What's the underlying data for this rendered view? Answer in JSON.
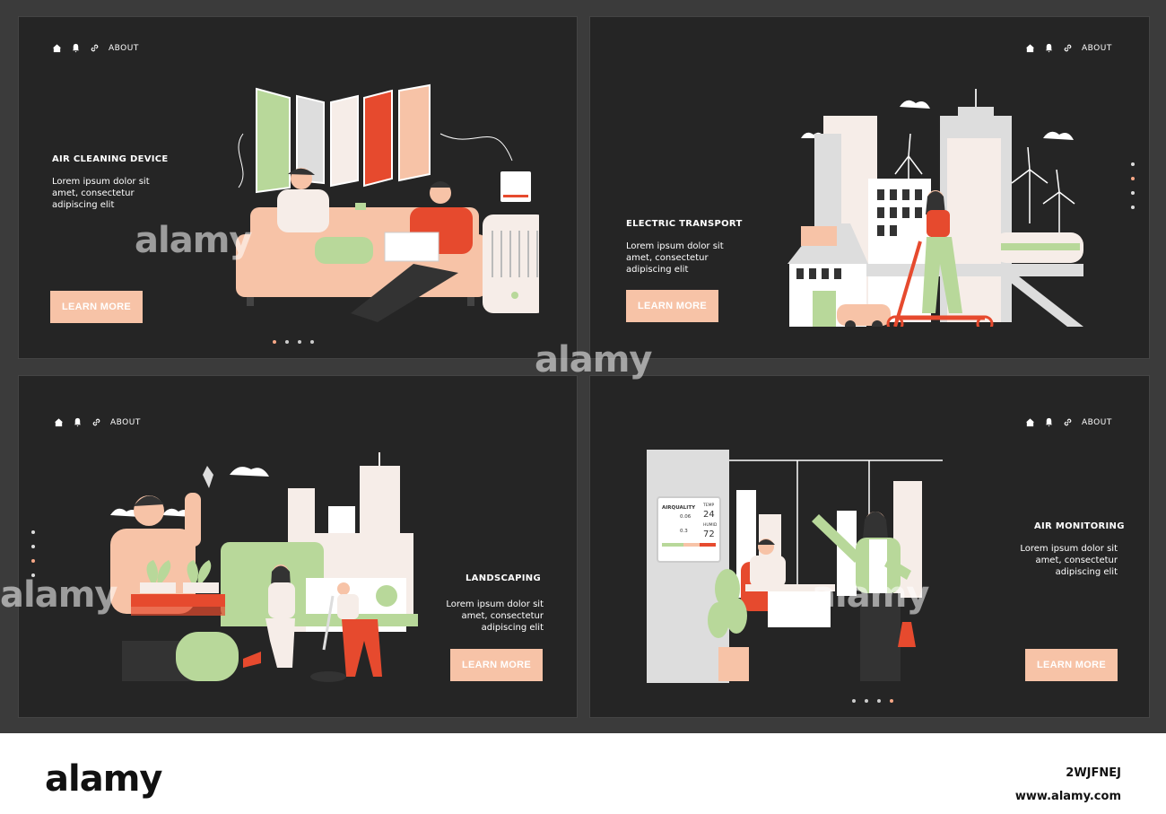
{
  "panels": [
    {
      "title": "AIR CLEANING DEVICE",
      "description": "Lorem ipsum dolor sit amet, consectetur adipiscing elit",
      "button": "LEARN MORE",
      "nav": {
        "about": "ABOUT"
      }
    },
    {
      "title": "ELECTRIC TRANSPORT",
      "description": "Lorem ipsum dolor sit amet, consectetur adipiscing elit",
      "button": "LEARN MORE",
      "nav": {
        "about": "ABOUT"
      }
    },
    {
      "title": "LANDSCAPING",
      "description": "Lorem ipsum dolor sit amet, consectetur adipiscing elit",
      "button": "LEARN MORE",
      "nav": {
        "about": "ABOUT"
      }
    },
    {
      "title": "AIR MONITORING",
      "description": "Lorem ipsum dolor sit amet, consectetur adipiscing elit",
      "button": "LEARN MORE",
      "nav": {
        "about": "ABOUT"
      }
    }
  ],
  "monitor": {
    "label": "AIRQUALITY",
    "temp_label": "TEMP",
    "temp": "24",
    "humid_label": "HUMID",
    "humid": "72",
    "v1": "0.06",
    "v2": "0.3"
  },
  "icons": [
    "home-icon",
    "bell-icon",
    "link-icon"
  ],
  "colors": {
    "accent": "#f7c3a7",
    "panel_bg": "#252525",
    "green": "#b8d89a",
    "red": "#e64a2e"
  },
  "watermark": {
    "logo": "alamy",
    "image_id": "2WJFNEJ",
    "url": "www.alamy.com"
  }
}
